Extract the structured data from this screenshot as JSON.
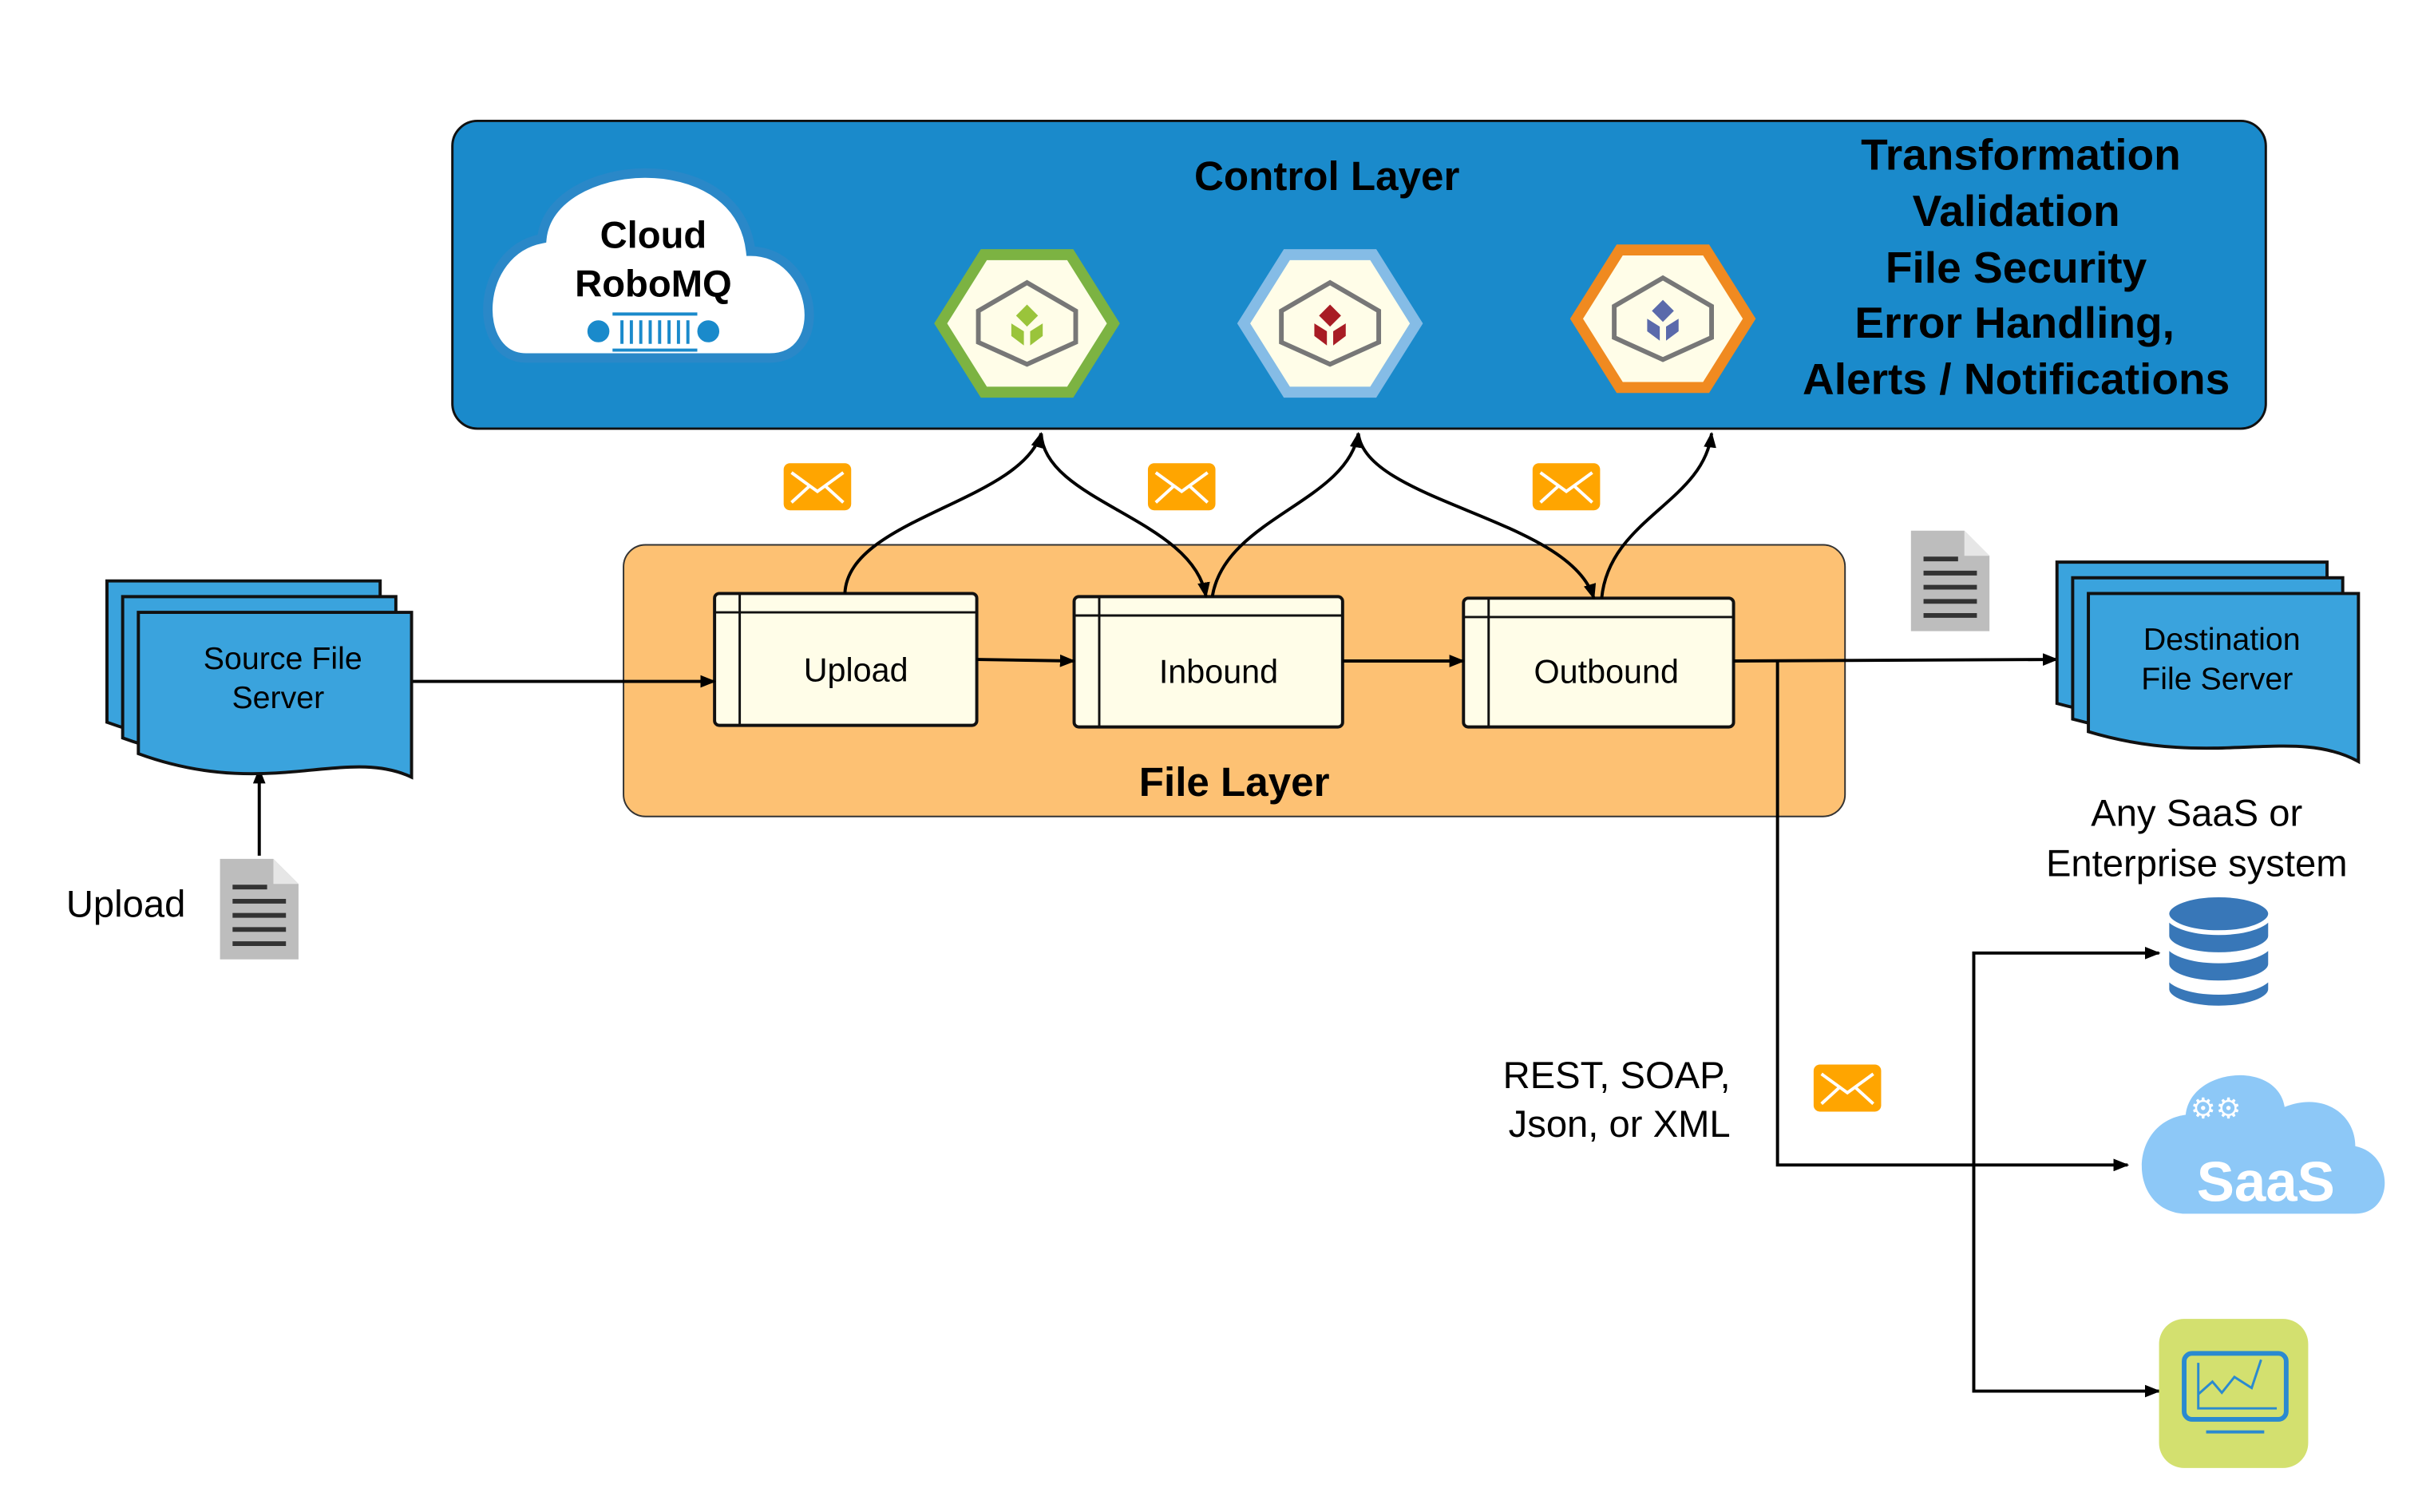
{
  "control_layer": {
    "title": "Control Layer",
    "cloud_label_line1": "Cloud",
    "cloud_label_line2": "RoboMQ",
    "capabilities": [
      "Transformation",
      "Validation",
      "File Security",
      "Error Handling,",
      "Alerts / Notifications"
    ],
    "hexagons": [
      {
        "name": "green-cube-hexagon",
        "border": "#7cb342",
        "cube": "#9ac43b"
      },
      {
        "name": "blue-red-cube-hexagon",
        "border": "#85bce6",
        "cube": "#a81c24"
      },
      {
        "name": "orange-cube-hexagon",
        "border": "#f08a20",
        "cube": "#5a6aab"
      }
    ]
  },
  "file_layer": {
    "title": "File Layer",
    "steps": [
      "Upload",
      "Inbound",
      "Outbound"
    ]
  },
  "source": {
    "line1": "Source File",
    "line2": "Server",
    "upload_label": "Upload"
  },
  "destination": {
    "line1": "Destination",
    "line2": "File Server",
    "caption_line1": "Any SaaS or",
    "caption_line2": "Enterprise system"
  },
  "protocols": {
    "line1": "REST, SOAP,",
    "line2": "Json, or XML"
  },
  "saas_label": "SaaS",
  "colors": {
    "control_blue": "#1a8acb",
    "file_orange": "#fdc173",
    "step_fill": "#fffde8",
    "server_blue": "#3aa3dd",
    "envelope": "#ffa500",
    "database": "#3877b8",
    "saas_cloud": "#8dc8f7",
    "monitor_bg": "#d3e06f"
  }
}
